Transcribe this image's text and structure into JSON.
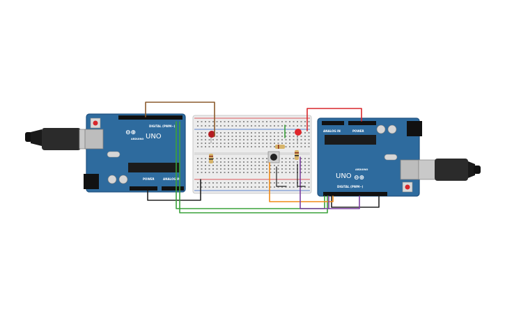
{
  "boards": {
    "left": {
      "digital_label": "DIGITAL (PWM~)",
      "power_label": "POWER",
      "analog_label": "ANALOG IN",
      "brand_label": "ARDUINO",
      "model_label": "UNO"
    },
    "right": {
      "digital_label": "DIGITAL (PWM~)",
      "power_label": "POWER",
      "analog_label": "ANALOG IN",
      "brand_label": "ARDUINO",
      "model_label": "UNO"
    }
  },
  "colors": {
    "board": "#2e6b9e",
    "board_dark": "#1f5180",
    "breadboard": "#ececec",
    "wire_brown": "#8b5a2b",
    "wire_red": "#d8262b",
    "wire_black": "#222222",
    "wire_green": "#3aa23a",
    "wire_orange": "#f08a16",
    "wire_purple": "#7b3fa0",
    "led_red": "#e0262b"
  }
}
